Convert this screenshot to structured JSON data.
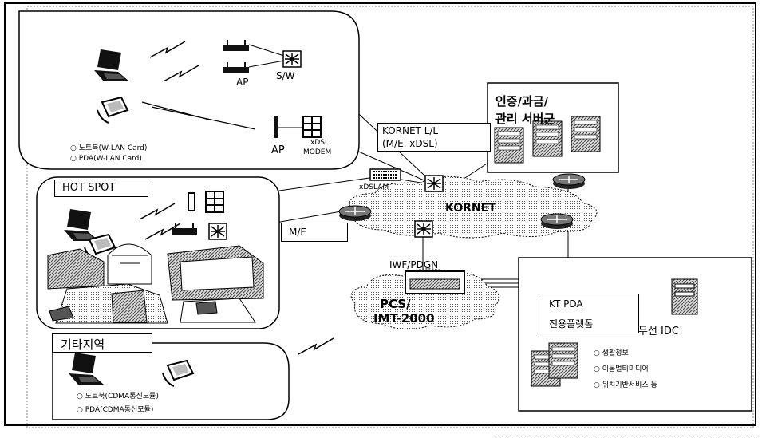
{
  "labels": {
    "ap_top": "AP",
    "sw": "S/W",
    "ap_mid": "AP",
    "xdsl": "xDSL",
    "modem": "MODEM",
    "notebook_wlan": "○ 노트북(W-LAN Card)",
    "pda_wlan": "○ PDA(W-LAN Card)",
    "hot_spot": "HOT SPOT",
    "xdslam": "xDSLAM",
    "kornet_ll_1": "KORNET L/L",
    "kornet_ll_2": "(M/E. xDSL)",
    "auth_1": "인증/과금/",
    "auth_2": "관리 서버군",
    "kornet": "KORNET",
    "me": "M/E",
    "iwf": "IWF/PDGN",
    "pcs_1": "PCS/",
    "pcs_2": "IMT-2000",
    "kt_pda_1": "KT PDA",
    "kt_pda_2": "전용플렛폼",
    "wireless_idc": "무선 IDC",
    "svc_1": "○ 생활정보",
    "svc_2": "○ 이동멀티미디어",
    "svc_3": "○ 위치기반서비스 등",
    "etc_region": "기타지역",
    "notebook_cdma": "○ 노트북(CDMA통신모듈)",
    "pda_cdma": "○ PDA(CDMA통신모듈)"
  }
}
